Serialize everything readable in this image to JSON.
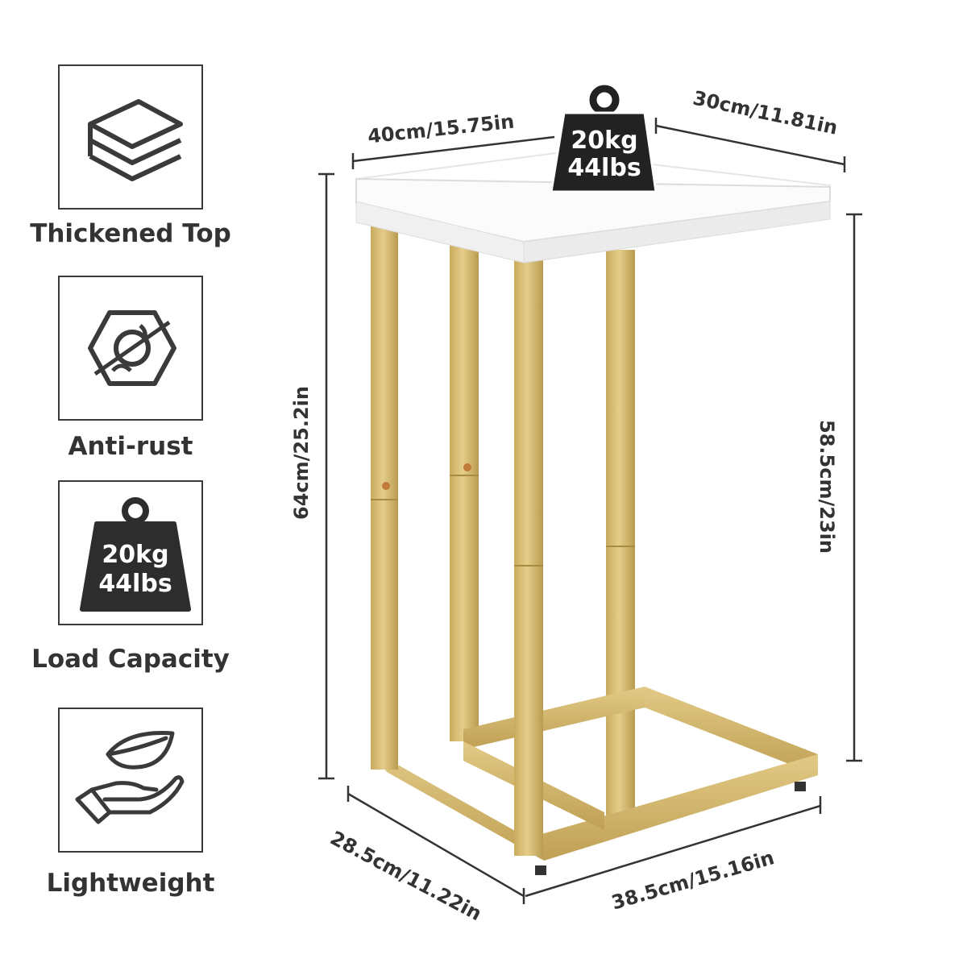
{
  "features": [
    {
      "label": "Thickened Top",
      "icon": "stacked-layers-icon"
    },
    {
      "label": "Anti-rust",
      "icon": "anti-rust-nut-icon"
    },
    {
      "label": "Load Capacity",
      "icon": "weight-icon",
      "weight_kg": "20kg",
      "weight_lbs": "44lbs"
    },
    {
      "label": "Lightweight",
      "icon": "hand-leaf-icon"
    }
  ],
  "load_badge": {
    "kg": "20kg",
    "lbs": "44lbs"
  },
  "dimensions": {
    "top_width": "40cm/15.75in",
    "top_depth": "30cm/11.81in",
    "total_height": "64cm/25.2in",
    "clearance_height": "58.5cm/23in",
    "base_depth": "28.5cm/11.22in",
    "base_width": "38.5cm/15.16in"
  },
  "colors": {
    "frame_gold": "#d9c07a",
    "frame_shadow": "#b89a4e",
    "tabletop": "#ffffff",
    "icon_dark": "#3a3a3a"
  }
}
